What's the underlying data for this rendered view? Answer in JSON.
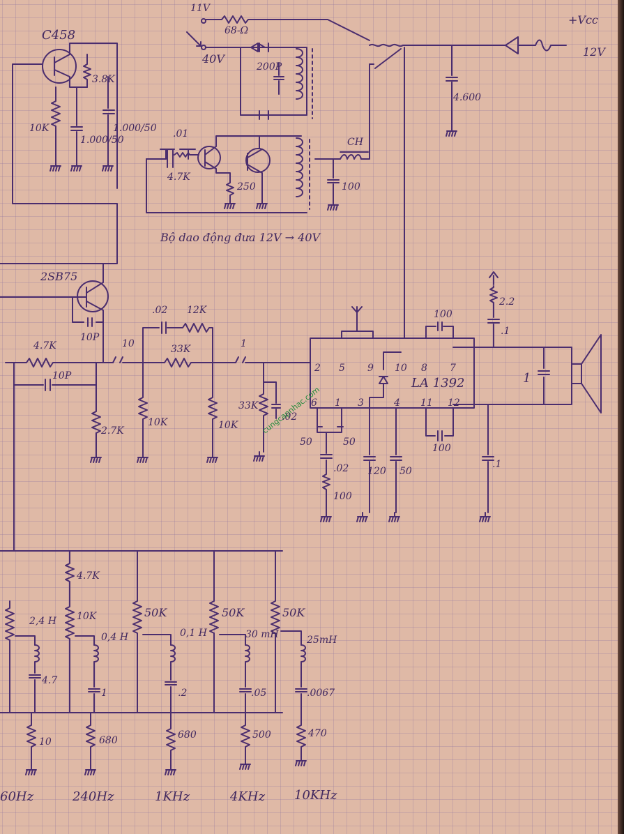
{
  "domain": "Diagram",
  "oscillator_caption": "Bộ dao động đưa 12V → 40V",
  "components": {
    "c458": "C458",
    "r3k8": "3.8K",
    "r10k_a": "10K",
    "c1000_a": "1.000/50",
    "c1000_b": "1.000/50",
    "v11": "11V",
    "r68": "68-Ω",
    "v40": "40V",
    "c200p": "200P",
    "c01": ".01",
    "r47k_a": "4.7K",
    "r250": "250",
    "ch": "CH",
    "c100_a": "100",
    "vcc": "+Vcc",
    "v12": "12V",
    "c4600": "4.600",
    "q2sb75": "2SB75",
    "c10p_a": "10P",
    "c02_a": ".02",
    "r12k": "12K",
    "r33k_a": "33K",
    "c10": "10",
    "c1_a": "1",
    "r47k_b": "4.7K",
    "c10p_b": "10P",
    "r27k": "2.7K",
    "r10k_b": "10K",
    "r10k_c": "10K",
    "r33k_b": "33K",
    "c02_b": ".02",
    "ic": "LA 1392",
    "c100_b": "100",
    "r22": "2.2",
    "c01_b": ".1",
    "c1_b": "1",
    "c50_a": "50",
    "c50_b": "50",
    "c02_c": ".02",
    "r100": "100",
    "c120": "120",
    "c50_c": "50",
    "c100_c": "100",
    "c01_c": ".1",
    "r47k_eq": "4.7K",
    "r10k_eq": "10K",
    "pot50k_a": "50K",
    "pot50k_b": "50K",
    "pot50k_c": "50K",
    "l24": "2,4 H",
    "l04": "0,4 H",
    "l01": "0,1 H",
    "l30m": "30 mH",
    "l25m": "25mH",
    "c47": "4.7",
    "c1_eq": "1",
    "c02_eq": ".2",
    "c05": ".05",
    "c0067": ".0067",
    "r10": "10",
    "r680_a": "680",
    "r680_b": "680",
    "r500": "500",
    "r470": "470"
  },
  "pins": {
    "p2": "2",
    "p5": "5",
    "p9": "9",
    "p10": "10",
    "p8": "8",
    "p7": "7",
    "p6": "6",
    "p1": "1",
    "p3": "3",
    "p4": "4",
    "p11": "11",
    "p12": "12"
  },
  "bands": [
    "60Hz",
    "240Hz",
    "1KHz",
    "4KHz",
    "10KHz"
  ],
  "watermark": "cungcapnhac.com"
}
